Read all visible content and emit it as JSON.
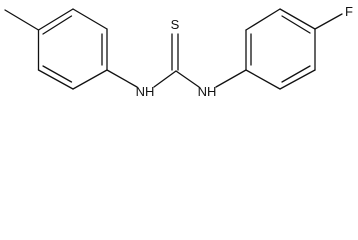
{
  "molecule": {
    "atoms": {
      "sulfur": "S",
      "nh_left": "NH",
      "nh_right": "NH",
      "fluorine": "F"
    }
  }
}
